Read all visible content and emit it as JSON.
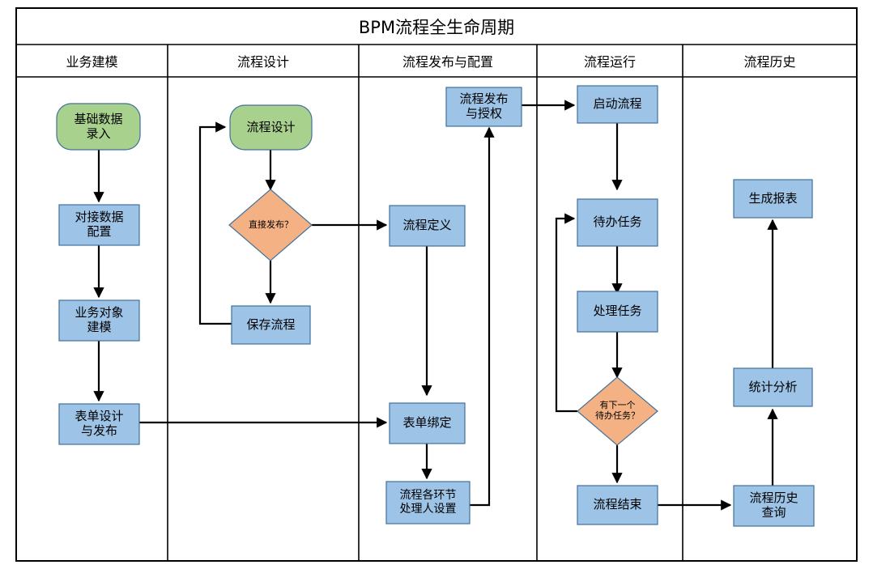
{
  "diagram": {
    "title": "BPM流程全生命周期",
    "type": "swimlane-flowchart",
    "colors": {
      "process_fill": "#9DC3E6",
      "terminator_fill": "#A9D18E",
      "decision_fill": "#F4B183",
      "shape_stroke": "#41719C",
      "line": "#000000",
      "frame": "#000000",
      "background": "#FFFFFF"
    },
    "columns": [
      {
        "id": "col-business-modeling",
        "label": "业务建模"
      },
      {
        "id": "col-process-design",
        "label": "流程设计"
      },
      {
        "id": "col-publish-config",
        "label": "流程发布与配置"
      },
      {
        "id": "col-process-runtime",
        "label": "流程运行"
      },
      {
        "id": "col-process-history",
        "label": "流程历史"
      }
    ],
    "nodes": [
      {
        "id": "n-basic-data-entry",
        "label": "基础数据\n录入",
        "shape": "rounded",
        "fill": "green",
        "column": 0
      },
      {
        "id": "n-data-integration",
        "label": "对接数据\n配置",
        "shape": "rect",
        "fill": "blue",
        "column": 0
      },
      {
        "id": "n-business-object",
        "label": "业务对象\n建模",
        "shape": "rect",
        "fill": "blue",
        "column": 0
      },
      {
        "id": "n-form-design",
        "label": "表单设计\n与发布",
        "shape": "rect",
        "fill": "blue",
        "column": 0
      },
      {
        "id": "n-process-design",
        "label": "流程设计",
        "shape": "rounded",
        "fill": "green",
        "column": 1
      },
      {
        "id": "n-publish-directly",
        "label": "直接发布？",
        "shape": "diamond",
        "fill": "orange",
        "column": 1
      },
      {
        "id": "n-save-process",
        "label": "保存流程",
        "shape": "rect",
        "fill": "blue",
        "column": 1
      },
      {
        "id": "n-publish-authorize",
        "label": "流程发布\n与授权",
        "shape": "rect",
        "fill": "blue",
        "column": 2
      },
      {
        "id": "n-process-definition",
        "label": "流程定义",
        "shape": "rect",
        "fill": "blue",
        "column": 2
      },
      {
        "id": "n-form-binding",
        "label": "表单绑定",
        "shape": "rect",
        "fill": "blue",
        "column": 2
      },
      {
        "id": "n-node-assignee",
        "label": "流程各环节\n处理人设置",
        "shape": "rect",
        "fill": "blue",
        "column": 2
      },
      {
        "id": "n-start-process",
        "label": "启动流程",
        "shape": "rect",
        "fill": "blue",
        "column": 3
      },
      {
        "id": "n-todo-task",
        "label": "待办任务",
        "shape": "rect",
        "fill": "blue",
        "column": 3
      },
      {
        "id": "n-handle-task",
        "label": "处理任务",
        "shape": "rect",
        "fill": "blue",
        "column": 3
      },
      {
        "id": "n-has-next-task",
        "label": "有下一个\n待办任务？",
        "shape": "diamond",
        "fill": "orange",
        "column": 3
      },
      {
        "id": "n-process-end",
        "label": "流程结束",
        "shape": "rect",
        "fill": "blue",
        "column": 3
      },
      {
        "id": "n-generate-report",
        "label": "生成报表",
        "shape": "rect",
        "fill": "blue",
        "column": 4
      },
      {
        "id": "n-statistics",
        "label": "统计分析",
        "shape": "rect",
        "fill": "blue",
        "column": 4
      },
      {
        "id": "n-history-query",
        "label": "流程历史\n查询",
        "shape": "rect",
        "fill": "blue",
        "column": 4
      }
    ],
    "edges": [
      {
        "from": "n-basic-data-entry",
        "to": "n-data-integration"
      },
      {
        "from": "n-data-integration",
        "to": "n-business-object"
      },
      {
        "from": "n-business-object",
        "to": "n-form-design"
      },
      {
        "from": "n-form-design",
        "to": "n-form-binding"
      },
      {
        "from": "n-process-design",
        "to": "n-publish-directly"
      },
      {
        "from": "n-publish-directly",
        "to": "n-process-definition"
      },
      {
        "from": "n-publish-directly",
        "to": "n-save-process"
      },
      {
        "from": "n-save-process",
        "to": "n-process-design"
      },
      {
        "from": "n-process-definition",
        "to": "n-form-binding"
      },
      {
        "from": "n-form-binding",
        "to": "n-node-assignee"
      },
      {
        "from": "n-node-assignee",
        "to": "n-publish-authorize"
      },
      {
        "from": "n-publish-authorize",
        "to": "n-start-process"
      },
      {
        "from": "n-start-process",
        "to": "n-todo-task"
      },
      {
        "from": "n-todo-task",
        "to": "n-handle-task"
      },
      {
        "from": "n-handle-task",
        "to": "n-has-next-task"
      },
      {
        "from": "n-has-next-task",
        "to": "n-todo-task"
      },
      {
        "from": "n-has-next-task",
        "to": "n-process-end"
      },
      {
        "from": "n-process-end",
        "to": "n-history-query"
      },
      {
        "from": "n-history-query",
        "to": "n-statistics"
      },
      {
        "from": "n-statistics",
        "to": "n-generate-report"
      }
    ]
  }
}
